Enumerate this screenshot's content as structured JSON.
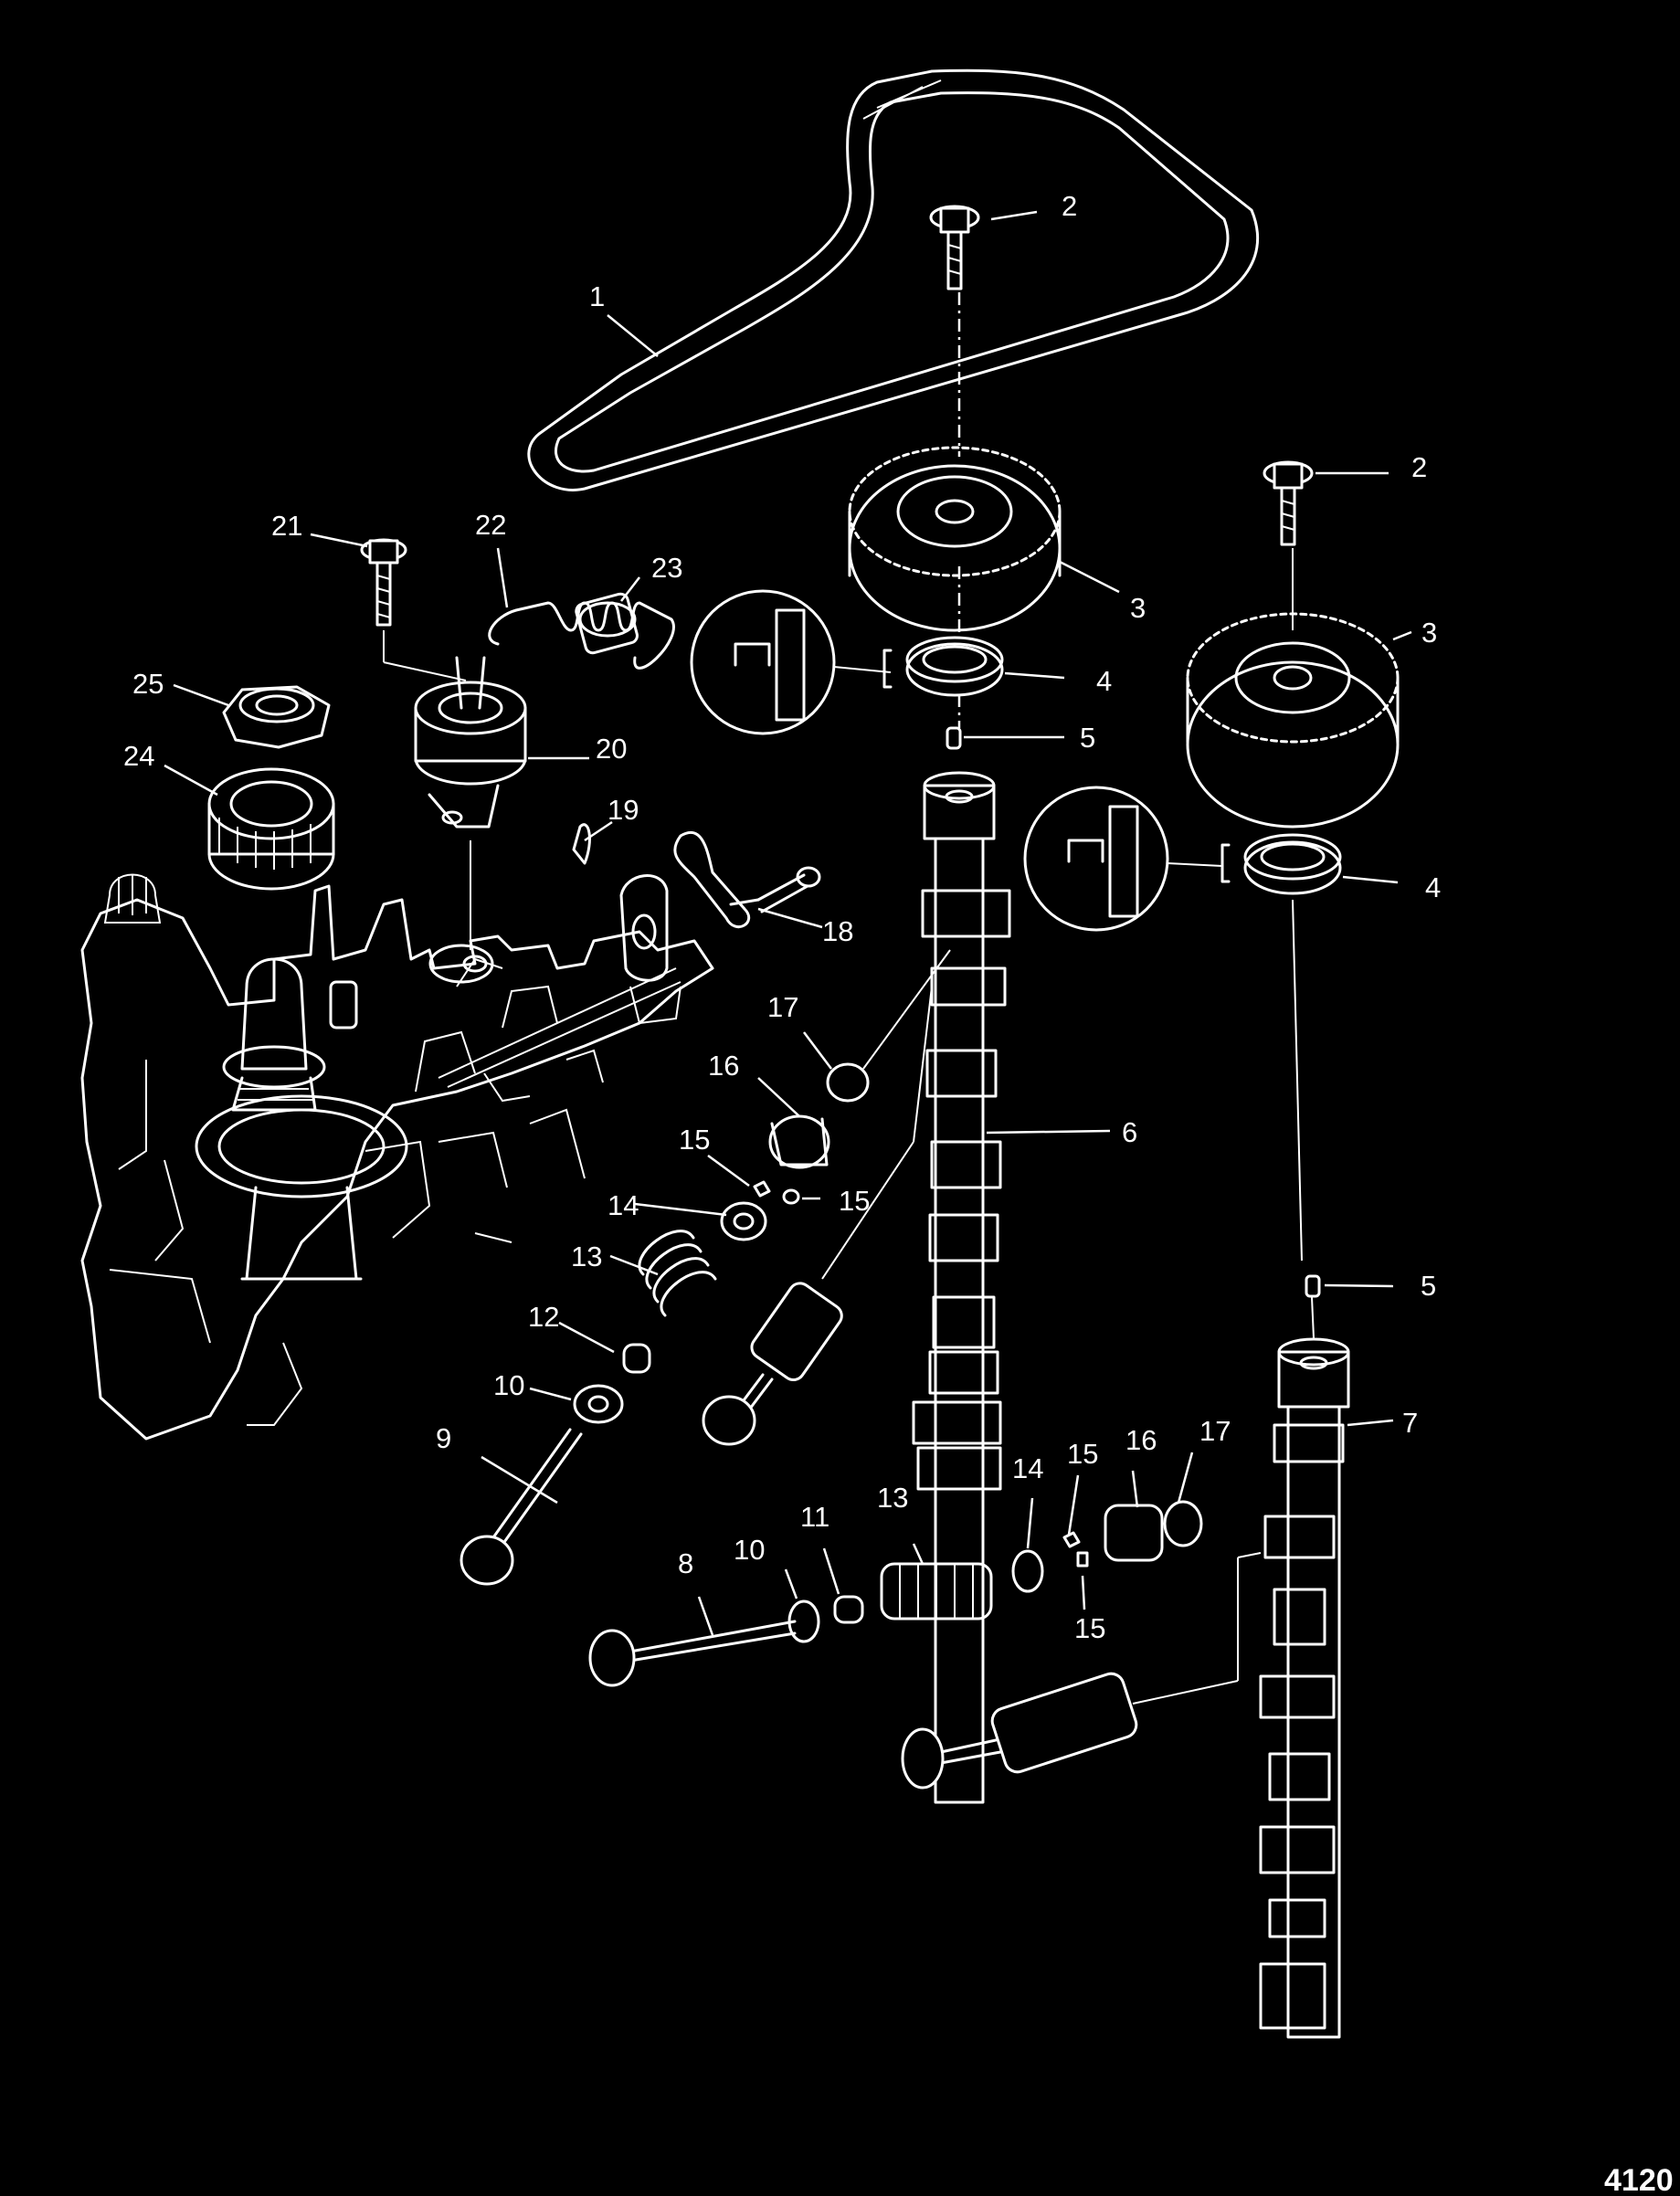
{
  "figure_id": "4120",
  "callouts": [
    {
      "id": "c1",
      "label": "1"
    },
    {
      "id": "c2a",
      "label": "2"
    },
    {
      "id": "c2b",
      "label": "2"
    },
    {
      "id": "c3a",
      "label": "3"
    },
    {
      "id": "c3b",
      "label": "3"
    },
    {
      "id": "c4a",
      "label": "4"
    },
    {
      "id": "c4b",
      "label": "4"
    },
    {
      "id": "c5a",
      "label": "5"
    },
    {
      "id": "c5b",
      "label": "5"
    },
    {
      "id": "c6",
      "label": "6"
    },
    {
      "id": "c7",
      "label": "7"
    },
    {
      "id": "c8",
      "label": "8"
    },
    {
      "id": "c9",
      "label": "9"
    },
    {
      "id": "c10a",
      "label": "10"
    },
    {
      "id": "c10b",
      "label": "10"
    },
    {
      "id": "c11",
      "label": "11"
    },
    {
      "id": "c12",
      "label": "12"
    },
    {
      "id": "c13a",
      "label": "13"
    },
    {
      "id": "c13b",
      "label": "13"
    },
    {
      "id": "c14a",
      "label": "14"
    },
    {
      "id": "c14b",
      "label": "14"
    },
    {
      "id": "c15a",
      "label": "15"
    },
    {
      "id": "c15b",
      "label": "15"
    },
    {
      "id": "c15c",
      "label": "15"
    },
    {
      "id": "c15d",
      "label": "15"
    },
    {
      "id": "c16a",
      "label": "16"
    },
    {
      "id": "c16b",
      "label": "16"
    },
    {
      "id": "c17a",
      "label": "17"
    },
    {
      "id": "c17b",
      "label": "17"
    },
    {
      "id": "c18",
      "label": "18"
    },
    {
      "id": "c19",
      "label": "19"
    },
    {
      "id": "c20",
      "label": "20"
    },
    {
      "id": "c21",
      "label": "21"
    },
    {
      "id": "c22",
      "label": "22"
    },
    {
      "id": "c23",
      "label": "23"
    },
    {
      "id": "c24",
      "label": "24"
    },
    {
      "id": "c25",
      "label": "25"
    }
  ]
}
